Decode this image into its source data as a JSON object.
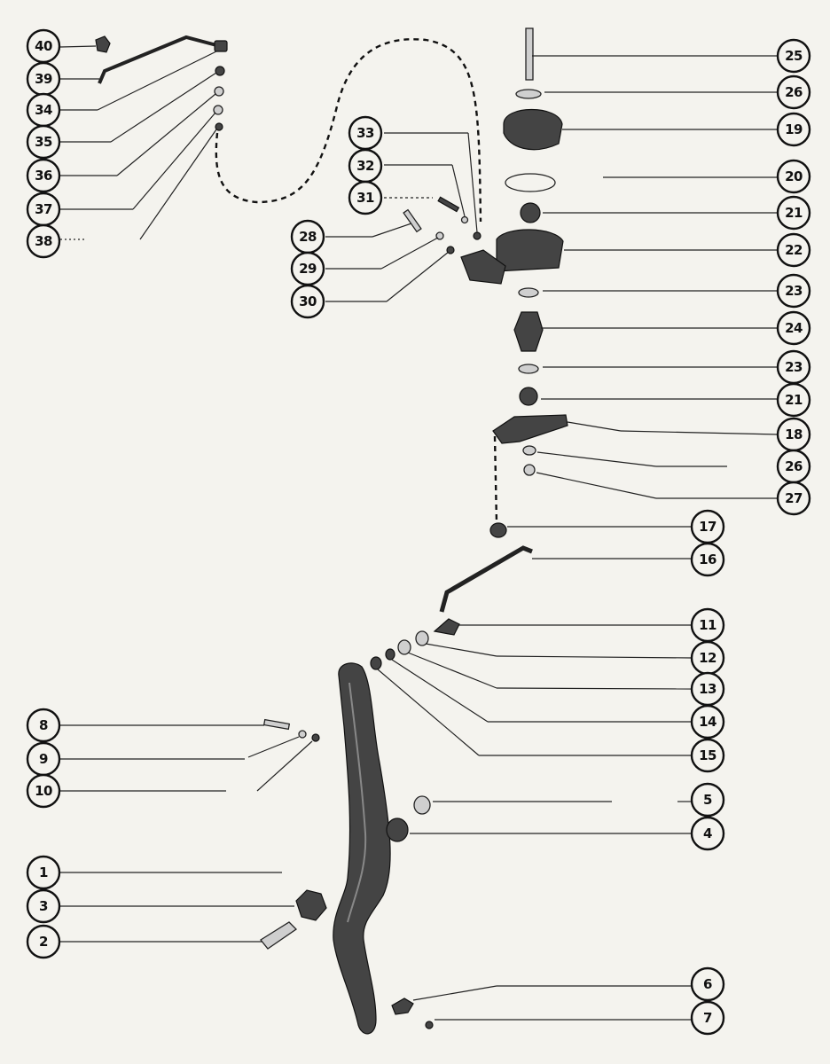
{
  "callouts": {
    "c1": "1",
    "c2": "2",
    "c3": "3",
    "c4": "4",
    "c5": "5",
    "c6": "6",
    "c7": "7",
    "c8": "8",
    "c9": "9",
    "c10": "10",
    "c11": "11",
    "c12": "12",
    "c13": "13",
    "c14": "14",
    "c15": "15",
    "c16": "16",
    "c17": "17",
    "c18": "18",
    "c19": "19",
    "c20": "20",
    "c21a": "21",
    "c21b": "21",
    "c22": "22",
    "c23a": "23",
    "c23b": "23",
    "c24": "24",
    "c25": "25",
    "c26a": "26",
    "c26b": "26",
    "c27": "27",
    "c28": "28",
    "c29": "29",
    "c30": "30",
    "c31": "31",
    "c32": "32",
    "c33": "33",
    "c34": "34",
    "c35": "35",
    "c36": "36",
    "c37": "37",
    "c38": "38",
    "c39": "39",
    "c40": "40"
  },
  "colors": {
    "ink": "#111111",
    "paper": "#f4f3ee",
    "part_fill": "#444444"
  }
}
